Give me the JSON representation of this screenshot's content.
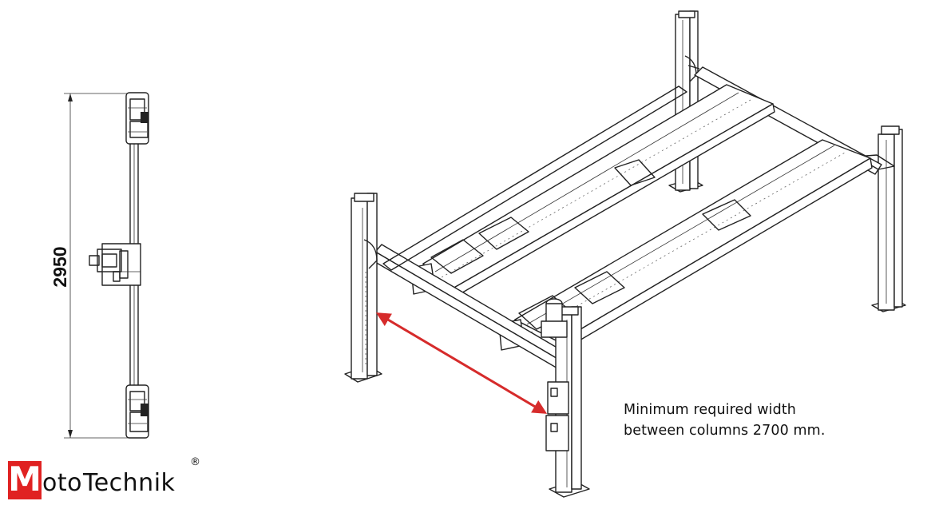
{
  "top_view": {
    "dimension_label": "2950"
  },
  "note": {
    "line1": "Minimum required width",
    "line2": "between columns 2700 mm."
  },
  "logo": {
    "initial": "M",
    "rest": "oto",
    "brand": "Technik",
    "registered": "®",
    "accent_color": "#e02222"
  },
  "arrow": {
    "color": "#d62b2b"
  }
}
